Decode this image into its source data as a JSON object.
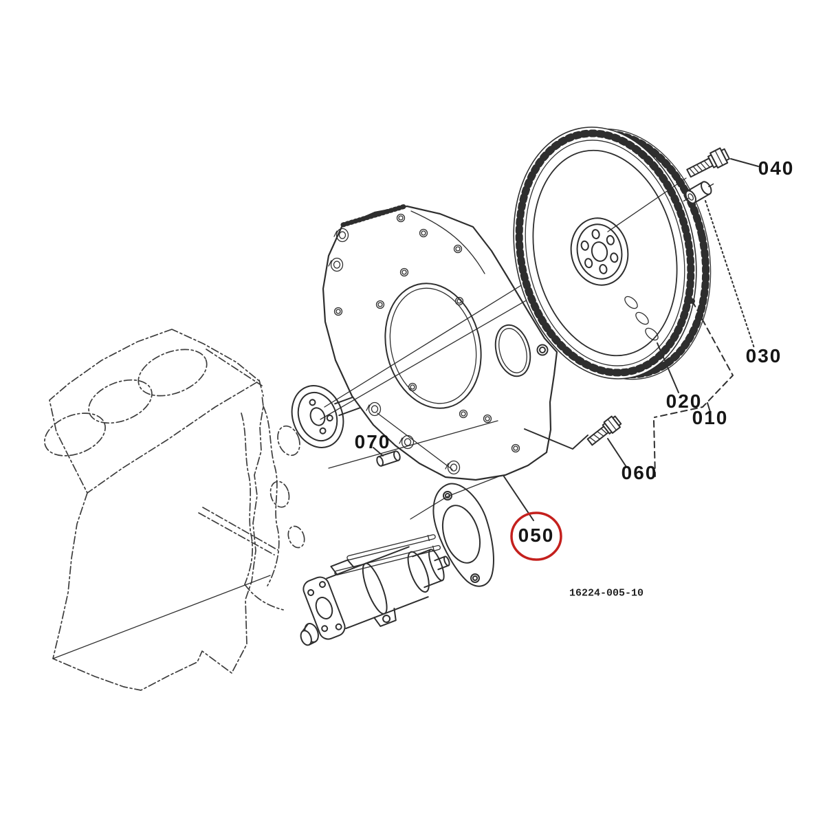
{
  "figure": {
    "drawing_code": "16224-005-10",
    "highlight_color": "#c4201d",
    "ink_color": "#2e2e2e",
    "background_color": "#ffffff"
  },
  "callouts": [
    {
      "ref": "040",
      "highlighted": false
    },
    {
      "ref": "030",
      "highlighted": false
    },
    {
      "ref": "020",
      "highlighted": false
    },
    {
      "ref": "010",
      "highlighted": false
    },
    {
      "ref": "060",
      "highlighted": false
    },
    {
      "ref": "050",
      "highlighted": true
    },
    {
      "ref": "070",
      "highlighted": false
    }
  ]
}
